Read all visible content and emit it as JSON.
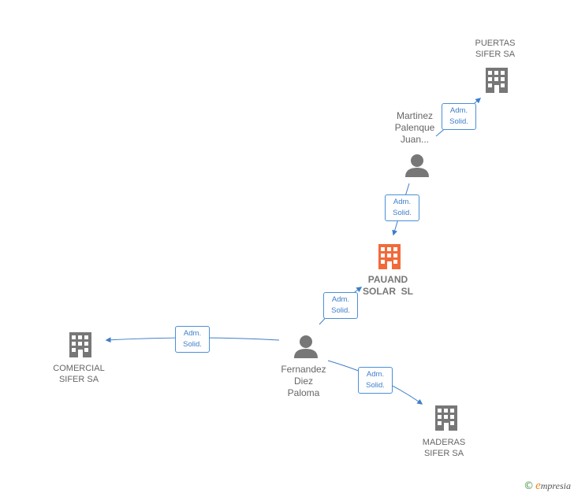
{
  "colors": {
    "edge": "#3d7ec9",
    "company_icon": "#777777",
    "main_company_icon": "#f26a3a",
    "person_icon": "#777777"
  },
  "nodes": {
    "puertas": {
      "type": "company",
      "line1": "PUERTAS",
      "line2": "SIFER SA",
      "icon": "building-icon"
    },
    "martinez": {
      "type": "person",
      "line1": "Martinez",
      "line2": "Palenque",
      "line3": "Juan...",
      "icon": "person-icon"
    },
    "pauand": {
      "type": "main-company",
      "line1": "PAUAND",
      "line2": "SOLAR  SL",
      "icon": "building-icon"
    },
    "fernandez": {
      "type": "person",
      "line1": "Fernandez",
      "line2": "Diez",
      "line3": "Paloma",
      "icon": "person-icon"
    },
    "comercial": {
      "type": "company",
      "line1": "COMERCIAL",
      "line2": "SIFER SA",
      "icon": "building-icon"
    },
    "maderas": {
      "type": "company",
      "line1": "MADERAS",
      "line2": "SIFER SA",
      "icon": "building-icon"
    }
  },
  "edges": [
    {
      "from": "martinez",
      "to": "puertas",
      "line1": "Adm.",
      "line2": "Solid."
    },
    {
      "from": "martinez",
      "to": "pauand",
      "line1": "Adm.",
      "line2": "Solid."
    },
    {
      "from": "fernandez",
      "to": "pauand",
      "line1": "Adm.",
      "line2": "Solid."
    },
    {
      "from": "fernandez",
      "to": "comercial",
      "line1": "Adm.",
      "line2": "Solid."
    },
    {
      "from": "fernandez",
      "to": "maderas",
      "line1": "Adm.",
      "line2": "Solid."
    }
  ],
  "brand": {
    "copyright": "©",
    "e": "e",
    "rest": "mpresia"
  }
}
